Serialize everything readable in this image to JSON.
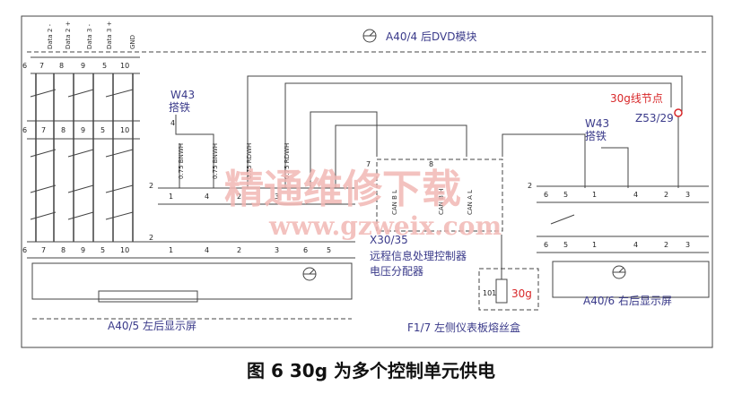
{
  "diagram": {
    "colors": {
      "line": "#444444",
      "text": "#3a3a8a",
      "red": "#d8282a",
      "watermark": "#f2b8b4"
    },
    "modules": {
      "a40_4": "A40/4 后DVD模块",
      "a40_5": "A40/5 左后显示屏",
      "a40_6": "A40/6 右后显示屏",
      "x30_35_id": "X30/35",
      "x30_35_line1": "远程信息处理控制器",
      "x30_35_line2": "电压分配器",
      "f1_7": "F1/7 左侧仪表板熔丝盒",
      "node_red": "30g线节点",
      "z53": "Z53/29",
      "w43_left_id": "W43",
      "w43_left_txt": "搭铁",
      "w43_right_id": "W43",
      "w43_right_txt": "搭铁",
      "fuse_red": "30g",
      "fuse_num": "101"
    },
    "top_connector_pins": [
      "6",
      "7",
      "8",
      "9",
      "5",
      "10"
    ],
    "top_signal_labels": [
      "Data 2 -",
      "Data 2 +",
      "Data 3 -",
      "Data 3 +",
      "GND"
    ],
    "wire_labels": [
      "0.75 BNWH",
      "0.75 BNWH",
      "0.75 RDWH",
      "0.75 RDWH"
    ],
    "can_labels": [
      "CAN B L",
      "CAN B H",
      "CAN A L"
    ],
    "left_row_pins": [
      "6",
      "7",
      "8",
      "9",
      "5",
      "10"
    ],
    "x30_pins": [
      "1",
      "4",
      "2",
      "3",
      "6",
      "5",
      "2"
    ],
    "x30_marker": "2",
    "right_pins": [
      "6",
      "5",
      "1",
      "4",
      "2",
      "3"
    ],
    "right_marker": "2",
    "pin_small": "4",
    "can_top_7": "7",
    "can_top_8": "8",
    "watermark_cn": "精通维修下载",
    "watermark_url": "www.gzweix.com",
    "caption": "图 6 30g 为多个控制单元供电"
  }
}
